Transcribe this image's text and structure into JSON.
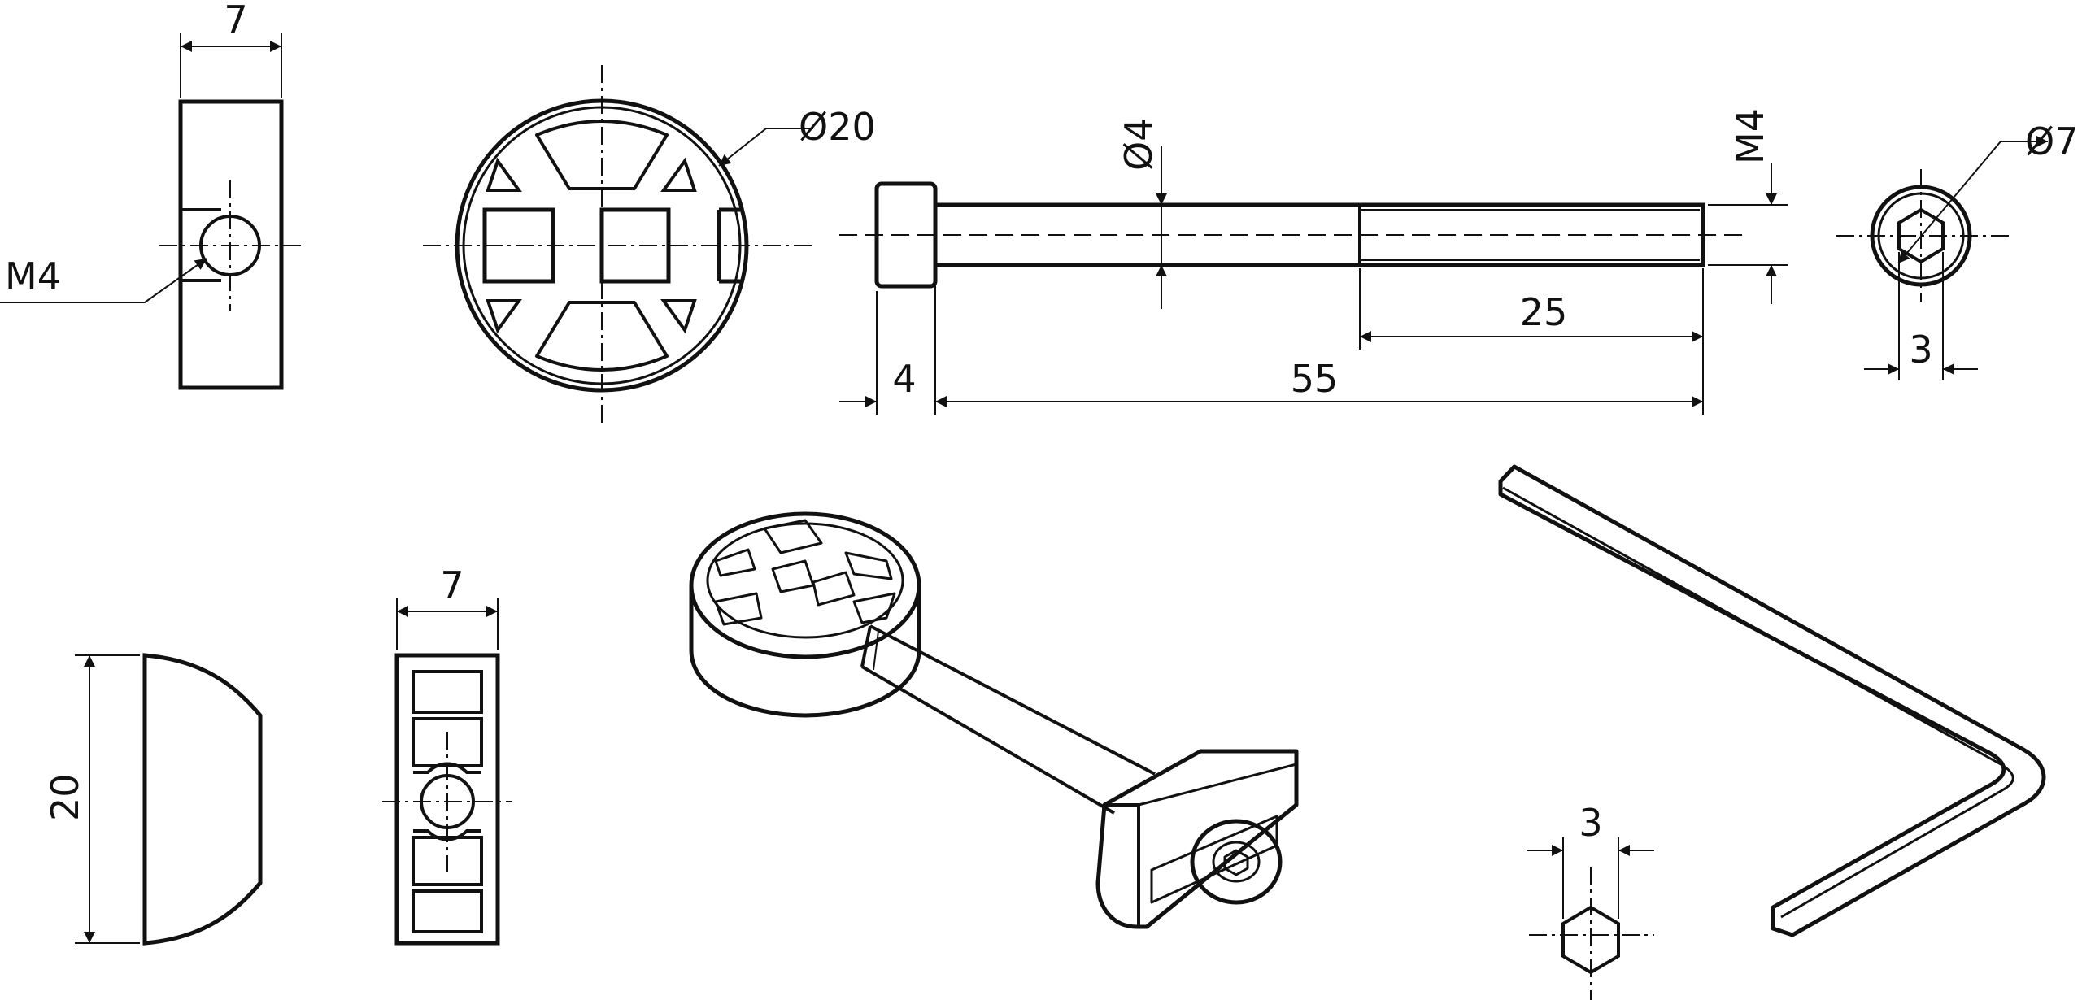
{
  "drawing": {
    "line_color": "#111111",
    "background": "#ffffff",
    "dimensions": {
      "nut_width": "7",
      "nut_thread": "M4",
      "washer_diameter": "Ø20",
      "shaft_diameter": "Ø4",
      "bolt_thread": "M4",
      "head_diameter": "Ø7",
      "head_length": "4",
      "thread_length": "25",
      "total_length": "55",
      "hex_socket": "3",
      "side_width": "7",
      "side_height": "20",
      "key_size": "3"
    }
  }
}
